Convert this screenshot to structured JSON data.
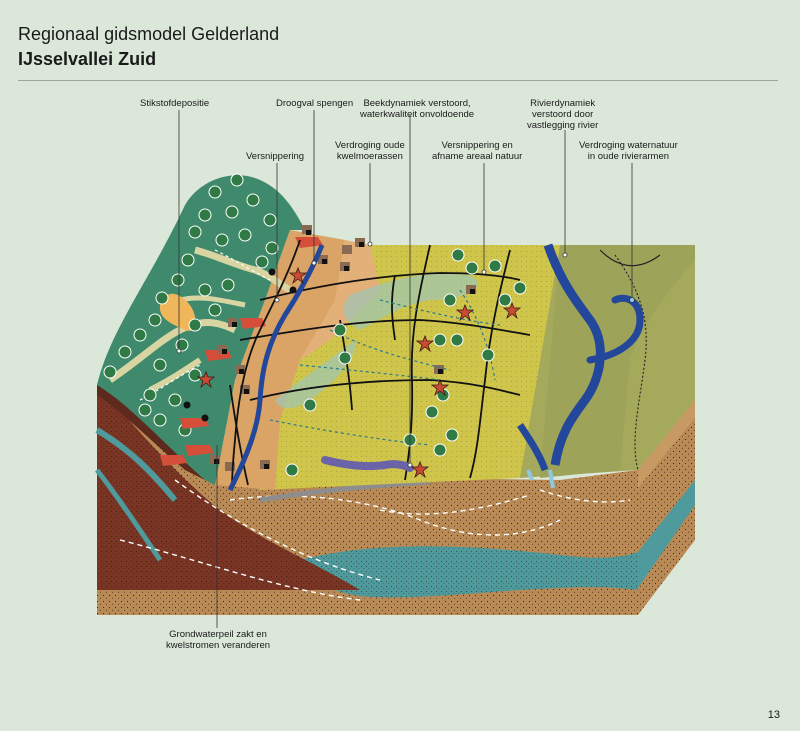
{
  "header": {
    "title": "Regionaal gidsmodel Gelderland",
    "subtitle": "IJsselvallei Zuid"
  },
  "labels": {
    "stikstof": "Stikstofdepositie",
    "droogval": "Droogval spengen",
    "beek_1": "Beekdynamiek verstoord,",
    "beek_2": "waterkwaliteit onvoldoende",
    "rivier_1": "Rivierdynamiek",
    "rivier_2": "verstoord door",
    "rivier_3": "vastlegging rivier",
    "versnippering": "Versnippering",
    "verdroging_kwel_1": "Verdroging oude",
    "verdroging_kwel_2": "kwelmoerassen",
    "versnippering_afname_1": "Versnippering en",
    "versnippering_afname_2": "afname areaal natuur",
    "verdroging_water_1": "Verdroging waternatuur",
    "verdroging_water_2": "in oude rivierarmen",
    "grondwater_1": "Grondwaterpeil zakt en",
    "grondwater_2": "kwelstromen veranderen"
  },
  "page_number": "13",
  "colors": {
    "background": "#dbe8d9",
    "forest": "#3f8a6d",
    "farmland": "#cfc54b",
    "floodplain": "#a5a95c",
    "river": "#23479a",
    "soil": "#b98a55",
    "clay": "#7a3524",
    "aquifer": "#4f9a9c",
    "problem_star": "#c94b35"
  }
}
